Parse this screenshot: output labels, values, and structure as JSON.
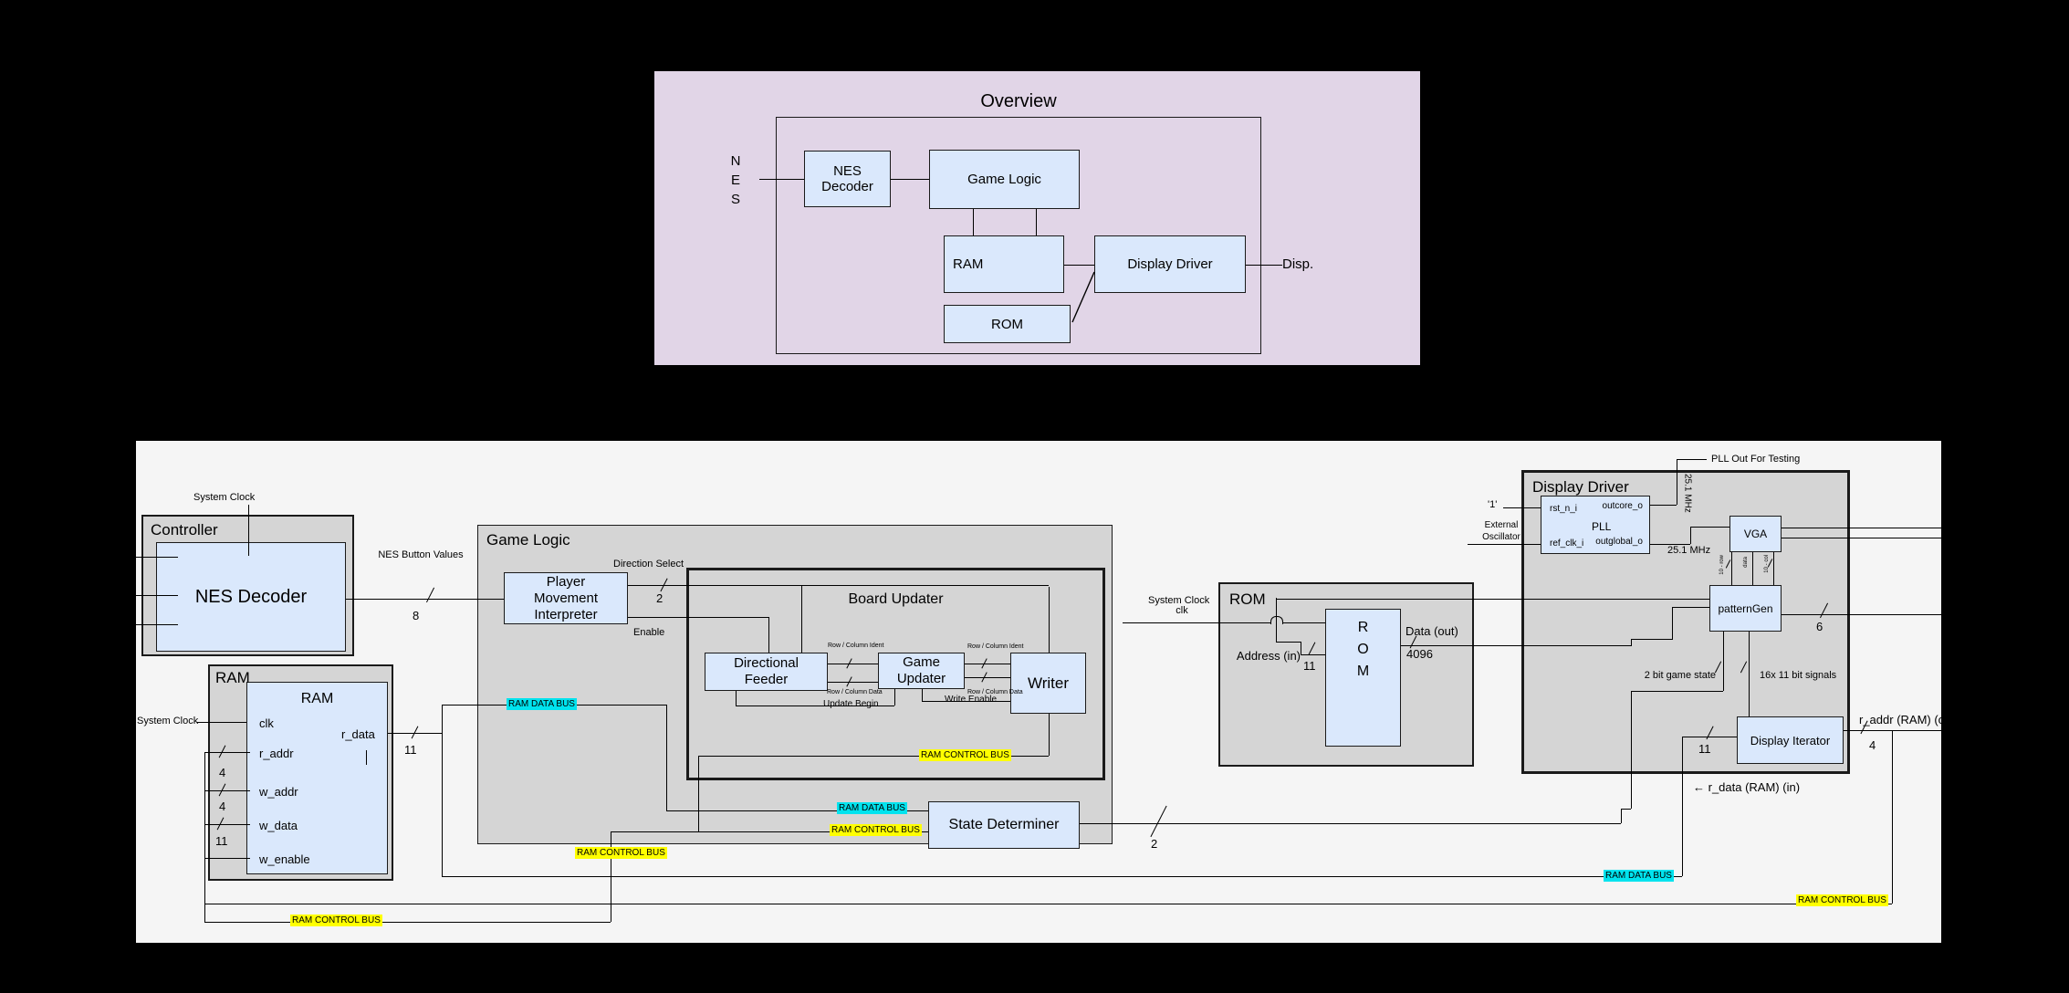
{
  "overview": {
    "title": "Overview",
    "nes_label": "N\nE\nS",
    "nes_decoder": "NES\nDecoder",
    "game_logic": "Game Logic",
    "ram": "RAM",
    "display_driver": "Display Driver",
    "rom": "ROM",
    "disp": "Disp.",
    "colors": {
      "panel_fill": "#e1d5e7",
      "box_fill": "#dae8fc"
    }
  },
  "labels": {
    "system_clock": "System Clock",
    "ram_data_bus": "RAM DATA BUS",
    "ram_control_bus": "RAM CONTROL BUS"
  },
  "controller": {
    "title": "Controller",
    "nes_decoder": "NES Decoder",
    "nes_button_values": "NES Button Values",
    "bus_width": "8"
  },
  "ram_block": {
    "title": "RAM",
    "inner_title": "RAM",
    "ports": {
      "clk": "clk",
      "r_addr": "r_addr",
      "w_addr": "w_addr",
      "w_data": "w_data",
      "w_enable": "w_enable",
      "r_data": "r_data"
    },
    "widths": {
      "r_addr": "4",
      "w_addr": "4",
      "w_data": "11",
      "r_data": "11"
    }
  },
  "game_logic": {
    "title": "Game Logic",
    "player_movement_interpreter": "Player\nMovement\nInterpreter",
    "direction_select": "Direction Select",
    "direction_width": "2",
    "enable": "Enable",
    "board_updater": "Board Updater",
    "directional_feeder": "Directional\nFeeder",
    "game_updater": "Game\nUpdater",
    "writer": "Writer",
    "row_column_ident": "Row / Column Ident",
    "row_column_data": "Row / Column Data",
    "update_begin": "Update Begin",
    "write_enable": "Write Enable",
    "state_determiner": "State Determiner",
    "state_width": "2"
  },
  "rom_block": {
    "title": "ROM",
    "inner_title": "R\nO\nM",
    "clk": "clk",
    "address_in": "Address (in)",
    "address_width": "11",
    "data_out": "Data (out)",
    "data_width": "4096"
  },
  "display_driver": {
    "title": "Display Driver",
    "pll": {
      "name": "PLL",
      "rst_n_i": "rst_n_i",
      "outcore_o": "outcore_o",
      "ref_clk_i": "ref_clk_i",
      "outglobal_o": "outglobal_o"
    },
    "one": "'1'",
    "external_oscillator": "External\nOscillator",
    "pll_out_for_testing": "PLL Out For Testing",
    "mhz": "25.1 MHz",
    "vga": "VGA",
    "row_sig": "10 - row",
    "data_sig": "data",
    "col_sig": "10 - col",
    "pattern_gen": "patternGen",
    "pattern_out_width": "6",
    "game_state": "2 bit game state",
    "signals": "16x 11 bit signals",
    "display_iterator": "Display Iterator",
    "iterator_in_width": "11",
    "iterator_out_width": "4",
    "r_addr_out": "r_addr (RAM) (o",
    "r_data_in": "← r_data (RAM) (in)"
  }
}
